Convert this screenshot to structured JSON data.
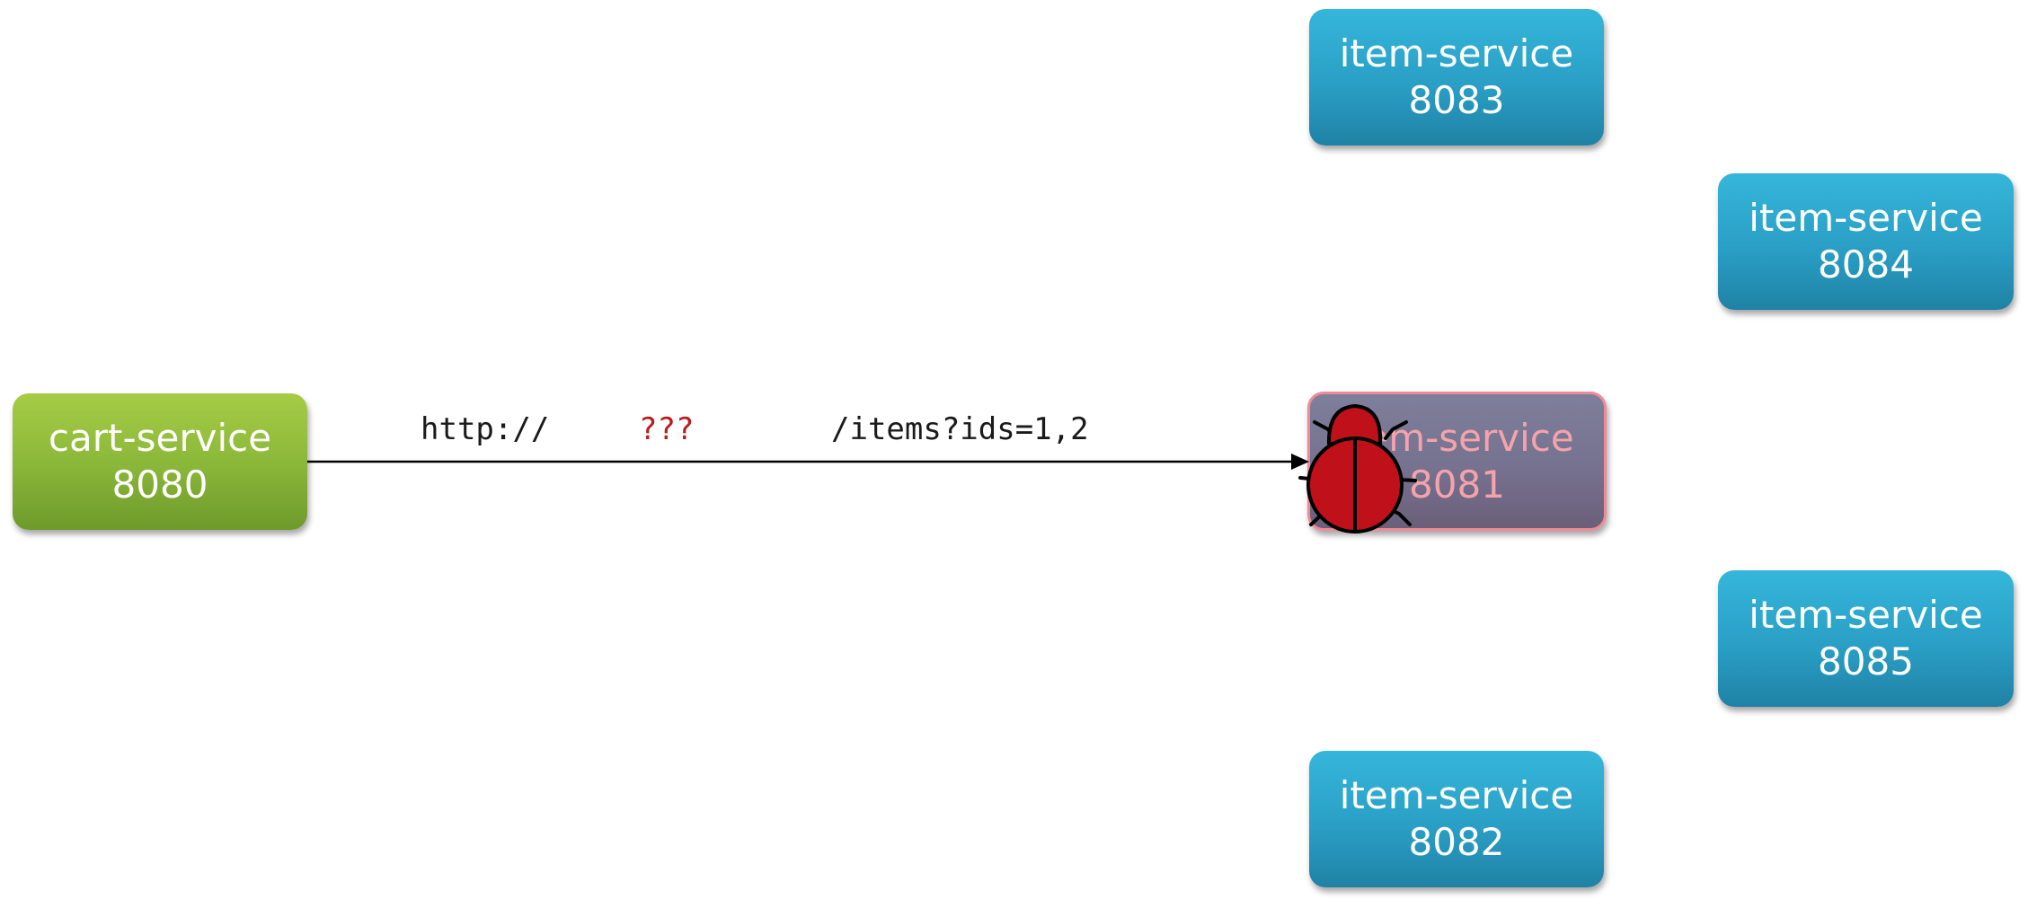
{
  "nodes": {
    "cart": {
      "name": "cart-service",
      "port": "8080"
    },
    "item_8083": {
      "name": "item-service",
      "port": "8083"
    },
    "item_8084": {
      "name": "item-service",
      "port": "8084"
    },
    "item_8081": {
      "name": "item-service",
      "port": "8081",
      "status": "faulty"
    },
    "item_8085": {
      "name": "item-service",
      "port": "8085"
    },
    "item_8082": {
      "name": "item-service",
      "port": "8082"
    }
  },
  "request": {
    "scheme": "http://",
    "host": "???",
    "path": "/items?ids=1,2"
  },
  "icons": {
    "fault": "bug-icon"
  },
  "colors": {
    "cart_node": "#8cb83a",
    "item_node": "#2a9fc6",
    "faulty_node": "#76728f",
    "faulty_border": "#f08a96",
    "bug": "#c0101a",
    "unknown_host": "#b91c1c"
  }
}
